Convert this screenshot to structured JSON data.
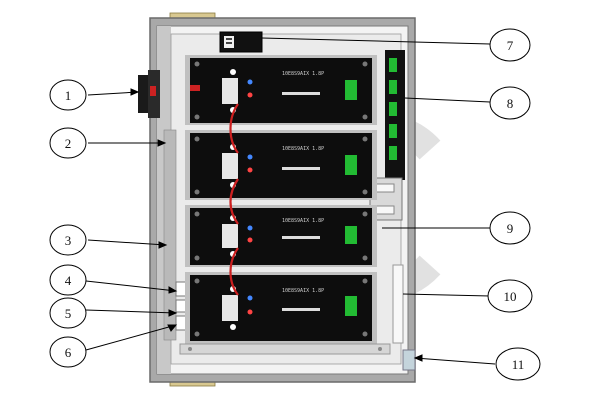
{
  "diagram": {
    "modules": [
      {
        "id": "m1",
        "label": "10E8S9AIX 1.8P"
      },
      {
        "id": "m2",
        "label": "10E8S9AIX 1.8P"
      },
      {
        "id": "m3",
        "label": "10E8S9AIX 1.8P"
      },
      {
        "id": "m4",
        "label": "10E8S9AIX 1.8P"
      }
    ],
    "callouts": [
      {
        "number": "1"
      },
      {
        "number": "2"
      },
      {
        "number": "3"
      },
      {
        "number": "4"
      },
      {
        "number": "5"
      },
      {
        "number": "6"
      },
      {
        "number": "7"
      },
      {
        "number": "8"
      },
      {
        "number": "9"
      },
      {
        "number": "10"
      },
      {
        "number": "11"
      }
    ],
    "colors": {
      "cabinet": "#9a9a9a",
      "module": "#0d0d0d",
      "indicator": "#22bb33",
      "cable": "#cc1f1f",
      "watermark": "#c9c9c9"
    }
  }
}
